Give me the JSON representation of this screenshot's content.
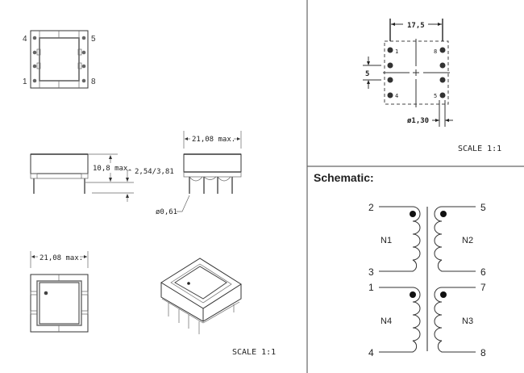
{
  "top_view": {
    "pin_labels": [
      "4",
      "5",
      "1",
      "8"
    ]
  },
  "side_view": {
    "height_dim": "10,8  max.",
    "standoff_dim": "2,54/3,81"
  },
  "front_view": {
    "width_dim": "21,08  max.",
    "pin_dia_dim": "ø0,61"
  },
  "bottom_view": {
    "width_dim": "21,08  max."
  },
  "left_scale": "SCALE  1:1",
  "footprint": {
    "pitch_x_dim": "17,5",
    "pitch_y_dim": "5",
    "hole_dia_dim": "ø1,30",
    "pin_labels": [
      "1",
      "8",
      "4",
      "5"
    ],
    "scale": "SCALE  1:1"
  },
  "schematic": {
    "title": "Schematic:",
    "pins": [
      "2",
      "3",
      "5",
      "6",
      "1",
      "4",
      "7",
      "8"
    ],
    "windings": [
      "N1",
      "N2",
      "N4",
      "N3"
    ]
  }
}
